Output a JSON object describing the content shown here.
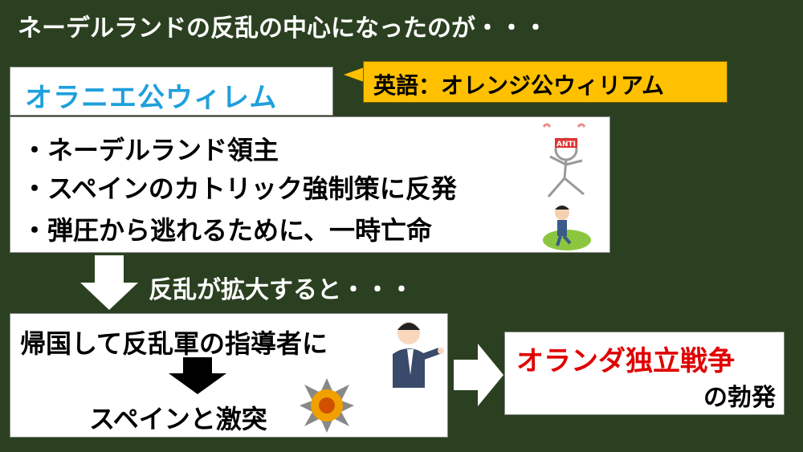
{
  "title": "ネーデルランドの反乱の中心になったのが・・・",
  "name": "オラニエ公ウィレム",
  "callout": "英語：オレンジ公ウィリアム",
  "bullets": [
    "・ネーデルランド領主",
    "・スペインのカトリック強制策に反発",
    "・弾圧から逃れるために、一時亡命"
  ],
  "transition": "反乱が拡大すると・・・",
  "return_text": "帰国して反乱軍の指導者に",
  "clash_text": "スペインと激突",
  "war_name": "オランダ独立戦争",
  "war_suffix": "の勃発",
  "anti_label": "ANTI",
  "colors": {
    "background": "#2b4020",
    "name": "#1ea0dc",
    "callout": "#ffc000",
    "war": "#e00000"
  }
}
